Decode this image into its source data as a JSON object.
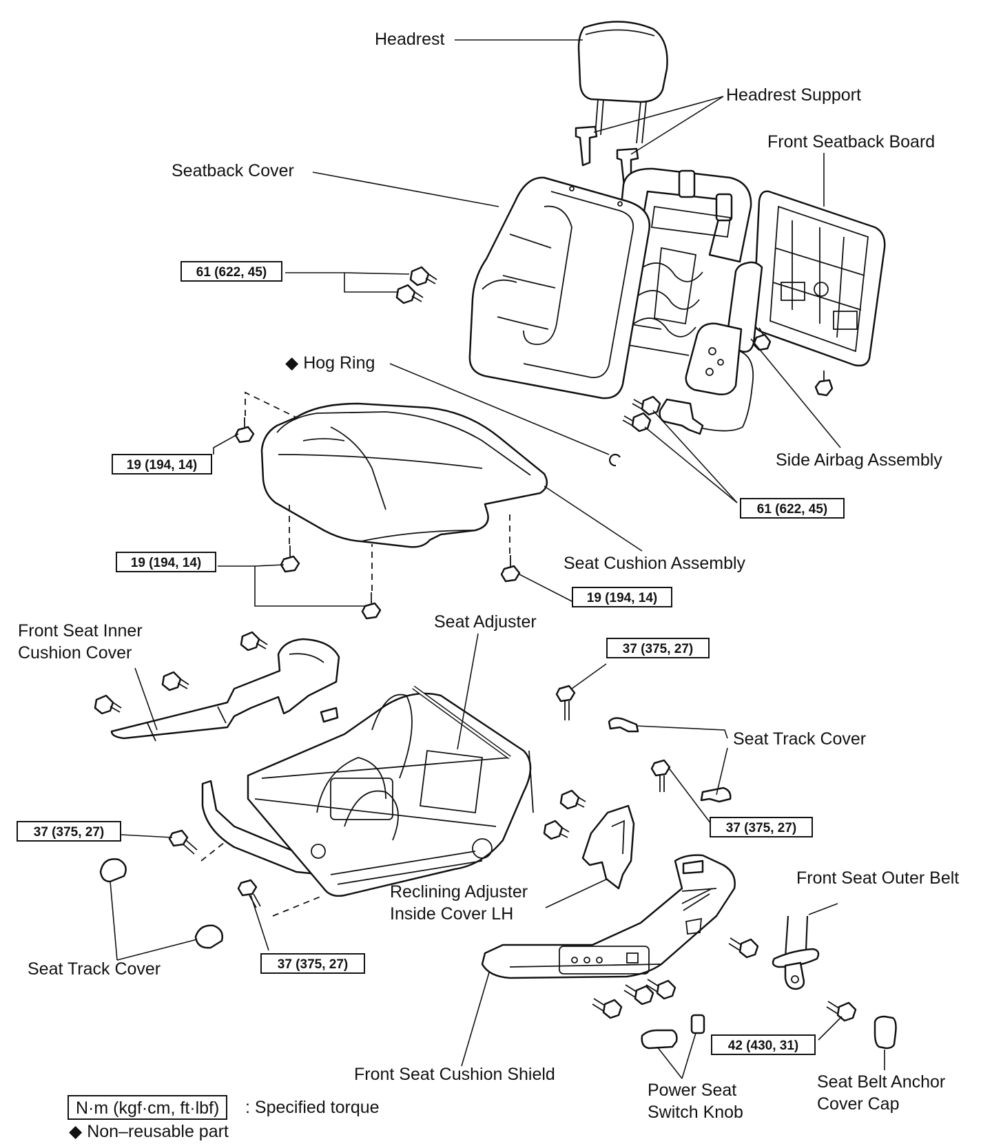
{
  "labels": {
    "headrest": "Headrest",
    "headrest_support": "Headrest Support",
    "front_seatback_board": "Front Seatback Board",
    "seatback_cover": "Seatback Cover",
    "hog_ring": "Hog Ring",
    "side_airbag_assembly": "Side Airbag Assembly",
    "seat_cushion_assembly": "Seat Cushion Assembly",
    "front_seat_inner_cushion_cover_line1": "Front Seat Inner",
    "front_seat_inner_cushion_cover_line2": "Cushion Cover",
    "seat_adjuster": "Seat Adjuster",
    "seat_track_cover_right": "Seat Track Cover",
    "seat_track_cover_left": "Seat Track Cover",
    "reclining_adjuster_line1": "Reclining Adjuster",
    "reclining_adjuster_line2": "Inside Cover LH",
    "front_seat_outer_belt": "Front Seat Outer Belt",
    "front_seat_cushion_shield": "Front Seat Cushion Shield",
    "power_seat_switch_knob_line1": "Power Seat",
    "power_seat_switch_knob_line2": "Switch Knob",
    "seat_belt_anchor_cover_cap_line1": "Seat Belt Anchor",
    "seat_belt_anchor_cover_cap_line2": "Cover Cap"
  },
  "torques": {
    "seatback_bolts": "61 (622, 45)",
    "airbag_bolts": "61 (622, 45)",
    "cushion_rear_left": "19 (194, 14)",
    "cushion_front_left": "19 (194, 14)",
    "cushion_right": "19 (194, 14)",
    "adjuster_right_top": "37 (375, 27)",
    "track_cover_right": "37 (375, 27)",
    "adjuster_left": "37 (375, 27)",
    "adjuster_bottom": "37 (375, 27)",
    "belt_anchor": "42 (430, 31)"
  },
  "legend": {
    "torque_units": "N·m (kgf·cm, ft·lbf)",
    "torque_meaning": ": Specified torque",
    "nonreusable_symbol": "◆",
    "nonreusable_meaning": "Non–reusable part"
  }
}
